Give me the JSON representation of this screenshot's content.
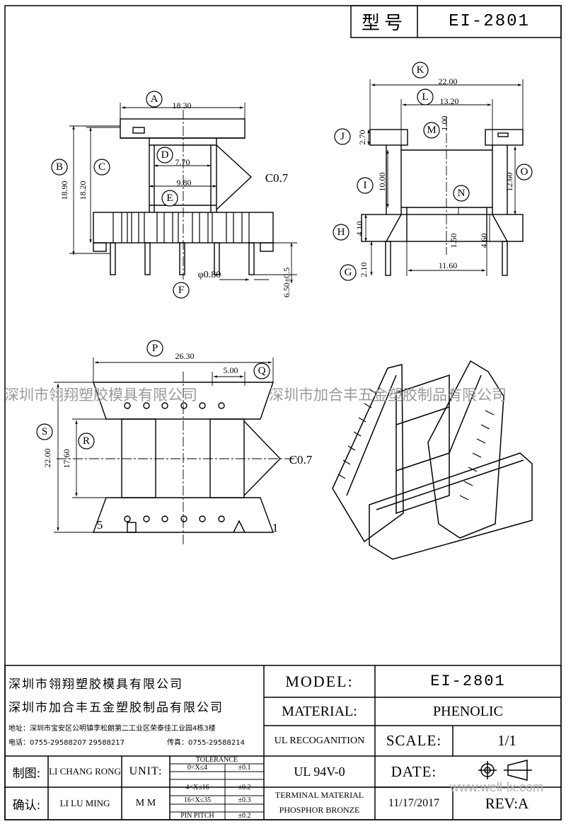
{
  "header": {
    "model_label": "型号",
    "model_value": "EI-2801"
  },
  "callouts": [
    "A",
    "B",
    "C",
    "D",
    "E",
    "F",
    "G",
    "H",
    "I",
    "J",
    "K",
    "L",
    "M",
    "N",
    "O",
    "P",
    "Q",
    "R",
    "S"
  ],
  "dimensions": {
    "a": "18.30",
    "b": "18.90",
    "c": "18.20",
    "d": "7.70",
    "e": "9.80",
    "f": "φ0.80",
    "pin_len": "6.50±0.5",
    "chamfer": "C0.7",
    "k": "22.00",
    "l": "13.20",
    "m": "1.00",
    "j": "2.70",
    "i": "10.00",
    "o": "12.60",
    "h": "4.10",
    "g": "2.10",
    "n": "1.50",
    "n2": "4.60",
    "w": "11.60",
    "p": "26.30",
    "q": "5.00",
    "s": "22.00",
    "r": "17.60",
    "pin5": "5",
    "pin1": "1"
  },
  "watermark": {
    "left": "深圳市翎翔塑胶模具有限公司",
    "right": "深圳市加合丰五金塑胶制品有限公司",
    "site": "www.well-lx.com"
  },
  "title_block": {
    "company1": "深圳市翎翔塑胶模具有限公司",
    "company2": "深圳市加合丰五金塑胶制品有限公司",
    "address": "地址：深圳市宝安区公明镇李松朗第二工业区荣泰佳工业园4栋3楼",
    "phone": "电话：0755-29588207  29588217",
    "fax": "传真：0755-29588214",
    "model_label": "MODEL:",
    "model_value": "EI-2801",
    "material_label": "MATERIAL:",
    "material_value": "PHENOLIC",
    "ul_label": "UL RECOGANITION",
    "ul_value": "UL 94V-0",
    "scale_label": "SCALE:",
    "scale_value": "1/1",
    "date_label": "DATE:",
    "date_value": "11/17/2017",
    "rev_label": "REV:A",
    "terminal_label": "TERMINAL MATERIAL",
    "terminal_value": "PHOSPHOR  BRONZE",
    "drawn_label": "制图:",
    "drawn_value": "LI CHANG RONG",
    "check_label": "确认:",
    "check_value": "LI LU MING",
    "unit_label": "UNIT:",
    "unit_value": "M M",
    "tolerance_title": "TOLERANCE",
    "tol": [
      {
        "range": "0<X≤4",
        "value": "±0.1"
      },
      {
        "range": "4<X≤16",
        "value": "±0.2"
      },
      {
        "range": "16<X≤35",
        "value": "±0.3"
      },
      {
        "range": "PIN PITCH",
        "value": "±0.2"
      }
    ]
  }
}
